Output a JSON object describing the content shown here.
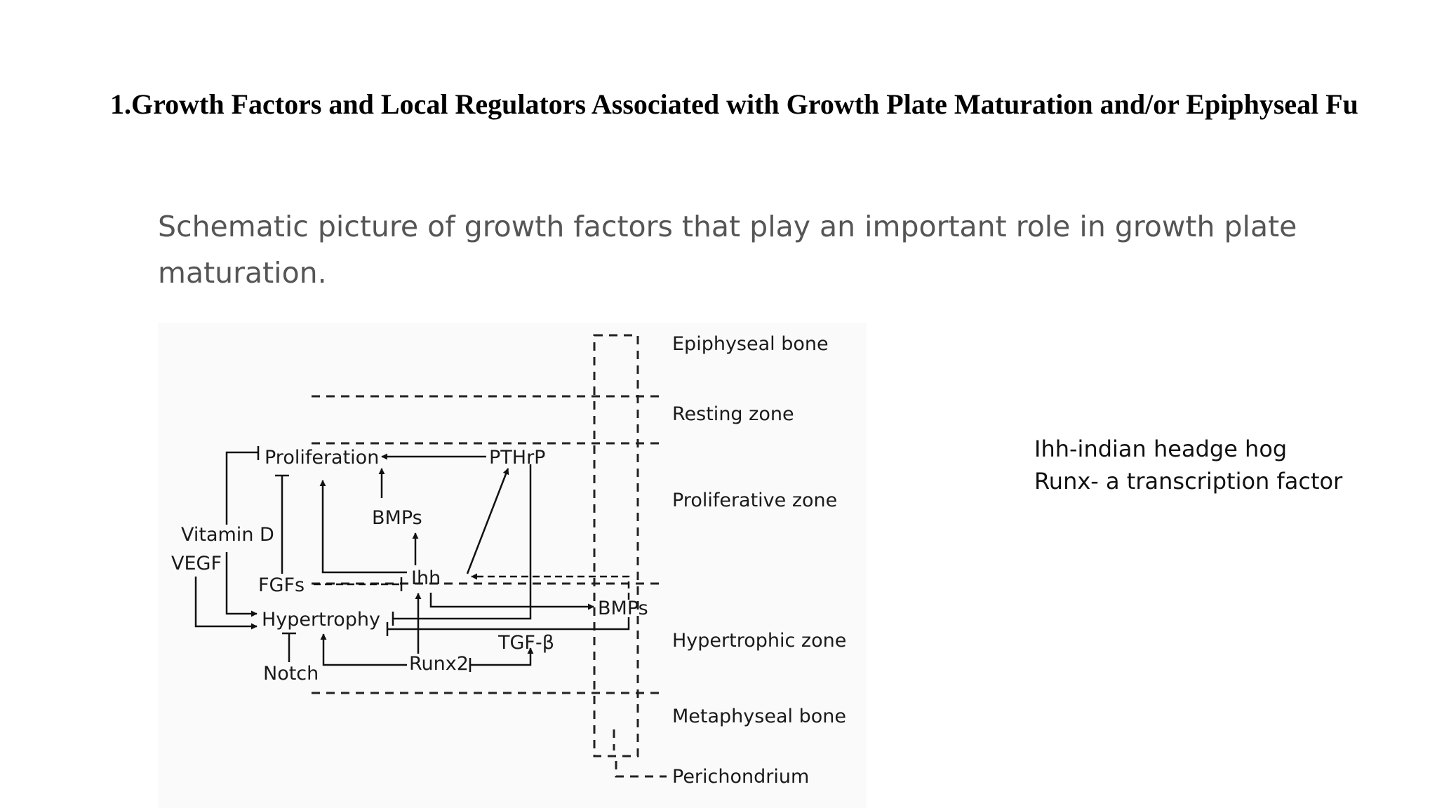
{
  "heading": "1.Growth Factors and Local Regulators Associated with Growth Plate Maturation and/or Epiphyseal Fu",
  "caption": {
    "line1": "Schematic picture of growth factors that play an important role in growth plate",
    "line2": "maturation."
  },
  "diagram": {
    "zones": {
      "epiphyseal_bone": "Epiphyseal bone",
      "resting_zone": "Resting zone",
      "proliferative_zone": "Proliferative zone",
      "hypertrophic_zone": "Hypertrophic zone",
      "metaphyseal_bone": "Metaphyseal bone",
      "perichondrium": "Perichondrium"
    },
    "nodes": {
      "proliferation": "Proliferation",
      "pthrp": "PTHrP",
      "bmps_upper": "BMPs",
      "vitamin_d": "Vitamin D",
      "vegf": "VEGF",
      "fgfs": "FGFs",
      "ihh": "Ihh",
      "bmps_lower": "BMPs",
      "hypertrophy": "Hypertrophy",
      "tgf_beta": "TGF-β",
      "runx2": "Runx2",
      "notch": "Notch"
    }
  },
  "notes": {
    "ihh": "Ihh-indian headge hog",
    "runx": "Runx- a transcription factor"
  }
}
